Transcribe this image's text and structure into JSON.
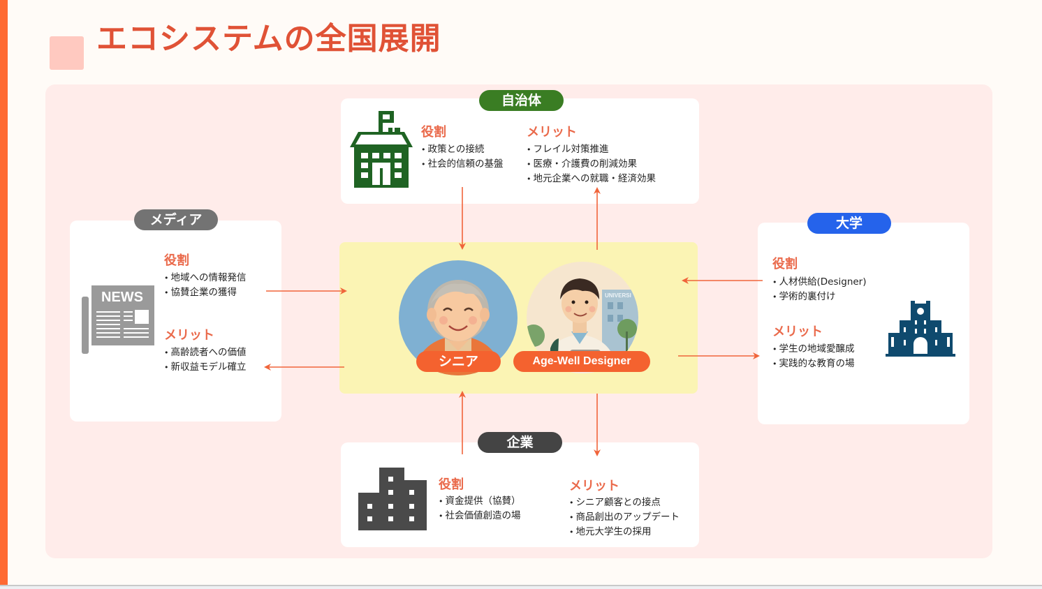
{
  "page": {
    "title": "エコシステムの全国展開"
  },
  "colors": {
    "accent": "#ff6a33",
    "title": "#e05236",
    "heading": "#ea6a4b",
    "arrow": "#f0643a",
    "center_bg": "#fbf4b4",
    "stage_bg": "#ffecea"
  },
  "center": {
    "senior_label": "シニア",
    "designer_label": "Age-Well Designer",
    "building_sign": "UNIVERSI"
  },
  "municipality": {
    "pill": "自治体",
    "pill_color": "#3a7d23",
    "icon": "city-hall-icon",
    "role_heading": "役割",
    "roles": [
      "政策との接続",
      "社会的信頼の基盤"
    ],
    "merit_heading": "メリット",
    "merits": [
      "フレイル対策推進",
      "医療・介護費の削減効果",
      "地元企業への就職・経済効果"
    ]
  },
  "media": {
    "pill": "メディア",
    "pill_color": "#737373",
    "icon": "newspaper-icon",
    "icon_text": "NEWS",
    "role_heading": "役割",
    "roles": [
      "地域への情報発信",
      "協賛企業の獲得"
    ],
    "merit_heading": "メリット",
    "merits": [
      "高齢読者への価値",
      "新収益モデル確立"
    ]
  },
  "university": {
    "pill": "大学",
    "pill_color": "#2563eb",
    "icon": "university-building-icon",
    "role_heading": "役割",
    "roles": [
      "人材供給(Designer)",
      "学術的裏付け"
    ],
    "merit_heading": "メリット",
    "merits": [
      "学生の地域愛醸成",
      "実践的な教育の場"
    ]
  },
  "company": {
    "pill": "企業",
    "pill_color": "#444444",
    "icon": "office-building-icon",
    "role_heading": "役割",
    "roles": [
      "資金提供（協賛）",
      "社会価値創造の場"
    ],
    "merit_heading": "メリット",
    "merits": [
      "シニア顧客との接点",
      "商品創出のアップデート",
      "地元大学生の採用"
    ]
  }
}
